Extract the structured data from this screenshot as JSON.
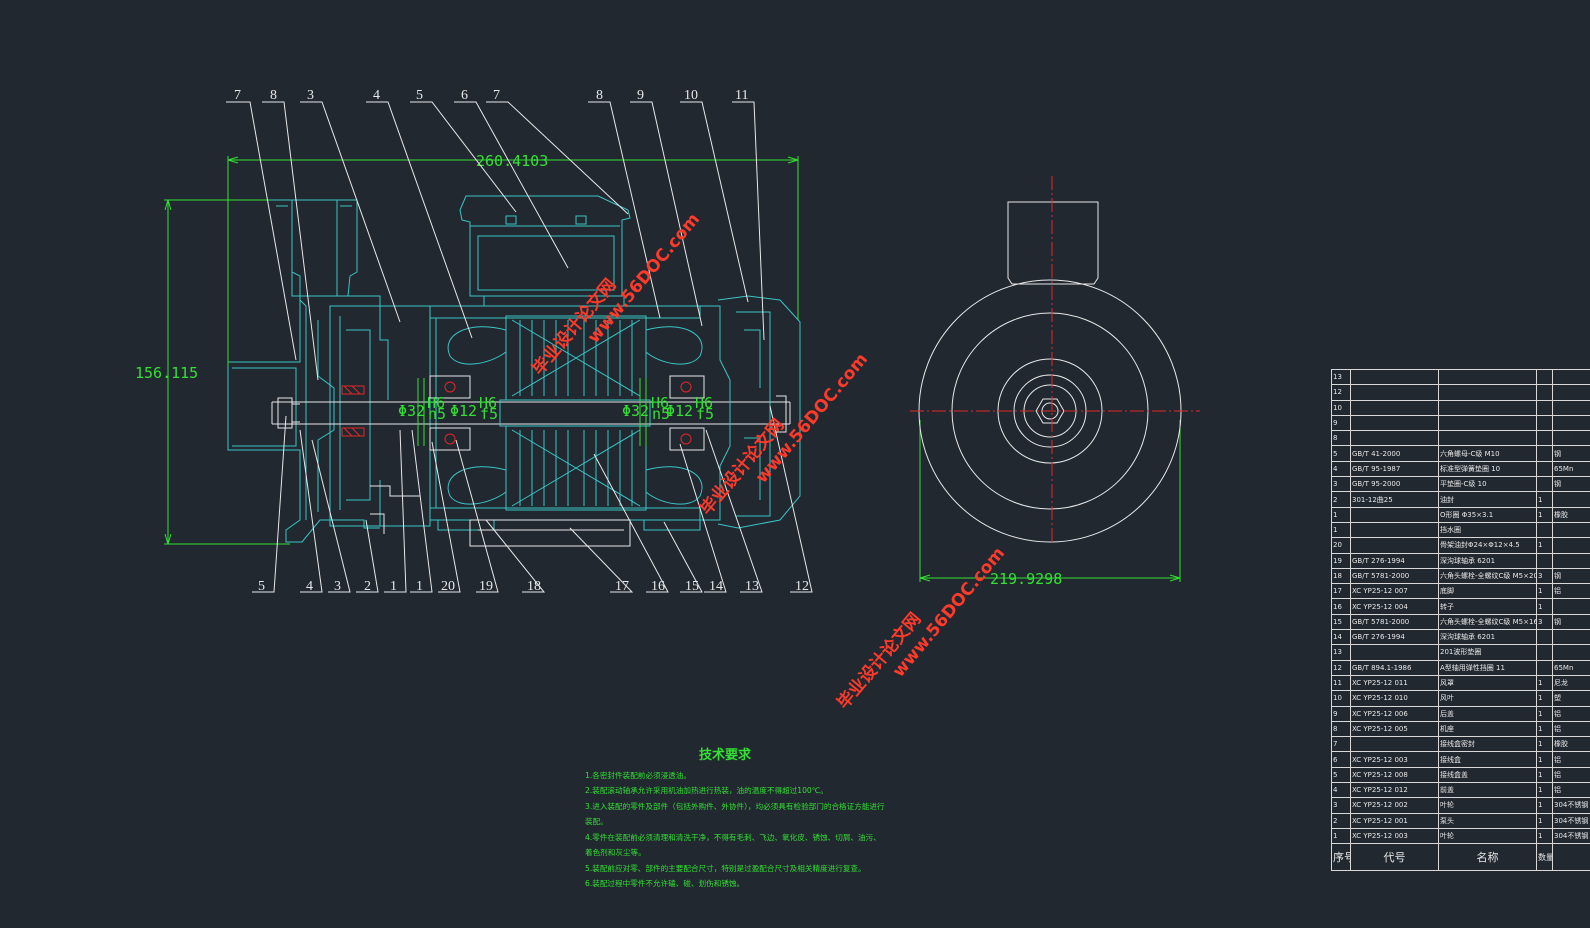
{
  "dimensions": {
    "length": "260.4103",
    "height": "156.115",
    "width": "219.9298",
    "fit1": "Φ32",
    "fit2": "Φ12",
    "fit3": "Φ32",
    "fit4": "Φ12",
    "tol_hole": "H6",
    "tol_n5": "n5",
    "tol_f5": "f5"
  },
  "top_labels": [
    "7",
    "8",
    "3",
    "4",
    "5",
    "6",
    "7",
    "8",
    "9",
    "10",
    "11"
  ],
  "bottom_labels": [
    "5",
    "4",
    "3",
    "2",
    "1",
    "1",
    "20",
    "19",
    "18",
    "17",
    "16",
    "15",
    "14",
    "13",
    "12"
  ],
  "watermark": {
    "brand": "毕业设计论文网",
    "url": "www.56DOC.com"
  },
  "tech_requirements": {
    "title": "技术要求",
    "items": [
      "1.各密封件装配前必须浸透油。",
      "2.装配滚动轴承允许采用机油加热进行热装，油的温度不得超过100℃。",
      "3.进入装配的零件及部件（包括外购件、外协件），均必须具有检验部门的合格证方能进行装配。",
      "4.零件在装配前必须清理和清洗干净，不得有毛刺、飞边、氧化皮、锈蚀、切屑、油污、着色剂和灰尘等。",
      "5.装配前应对零、部件的主要配合尺寸，特别是过盈配合尺寸及相关精度进行复查。",
      "6.装配过程中零件不允许磕、碰、划伤和锈蚀。"
    ]
  },
  "bom": {
    "headers": [
      "序号",
      "代号",
      "名称",
      "数量"
    ],
    "rows": [
      [
        "13",
        "",
        "",
        "",
        ""
      ],
      [
        "12",
        "",
        "",
        "",
        ""
      ],
      [
        "10",
        "",
        "",
        "",
        ""
      ],
      [
        "9",
        "",
        "",
        "",
        ""
      ],
      [
        "8",
        "",
        "",
        "",
        ""
      ],
      [
        "5",
        "GB/T 41-2000",
        "六角螺母-C级 M10",
        "",
        "钢"
      ],
      [
        "4",
        "GB/T 95-1987",
        "标准型弹簧垫圈 10",
        "",
        "65Mn"
      ],
      [
        "3",
        "GB/T 95-2000",
        "平垫圈-C级 10",
        "",
        "钢"
      ],
      [
        "2",
        "301-12曲25",
        "油封",
        "1",
        ""
      ],
      [
        "1",
        "",
        "O形圈 Φ35×3.1",
        "1",
        "橡胶"
      ],
      [
        "1",
        "",
        "挡水圈",
        "",
        ""
      ],
      [
        "20",
        "",
        "骨架油封Φ24×Φ12×4.5",
        "1",
        ""
      ],
      [
        "19",
        "GB/T 276-1994",
        "深沟球轴承 6201",
        "",
        ""
      ],
      [
        "18",
        "GB/T 5781-2000",
        "六角头螺栓-全螺纹C级 M5×20",
        "3",
        "钢"
      ],
      [
        "17",
        "XC YP25-12 007",
        "底脚",
        "1",
        "铝"
      ],
      [
        "16",
        "XC YP25-12 004",
        "转子",
        "1",
        ""
      ],
      [
        "15",
        "GB/T 5781-2000",
        "六角头螺栓-全螺纹C级 M5×16",
        "3",
        "钢"
      ],
      [
        "14",
        "GB/T 276-1994",
        "深沟球轴承 6201",
        "",
        ""
      ],
      [
        "13",
        "",
        "201波形垫圈",
        "",
        ""
      ],
      [
        "12",
        "GB/T 894.1-1986",
        "A型轴用弹性挡圈 11",
        "",
        "65Mn"
      ],
      [
        "11",
        "XC YP25-12 011",
        "风罩",
        "1",
        "尼龙"
      ],
      [
        "10",
        "XC YP25-12 010",
        "风叶",
        "1",
        "塑"
      ],
      [
        "9",
        "XC YP25-12 006",
        "后盖",
        "1",
        "铝"
      ],
      [
        "8",
        "XC YP25-12 005",
        "机座",
        "1",
        "铝"
      ],
      [
        "7",
        "",
        "接线盒密封",
        "1",
        "橡胶"
      ],
      [
        "6",
        "XC YP25-12 003",
        "接线盒",
        "1",
        "铝"
      ],
      [
        "5",
        "XC YP25-12 008",
        "接线盒盖",
        "1",
        "铝"
      ],
      [
        "4",
        "XC YP25-12 012",
        "前盖",
        "1",
        "铝"
      ],
      [
        "3",
        "XC YP25-12 002",
        "叶轮",
        "1",
        "304不锈钢"
      ],
      [
        "2",
        "XC YP25-12 001",
        "泵头",
        "1",
        "304不锈钢"
      ],
      [
        "1",
        "XC YP25-12 003",
        "叶轮",
        "1",
        "304不锈钢"
      ]
    ]
  }
}
